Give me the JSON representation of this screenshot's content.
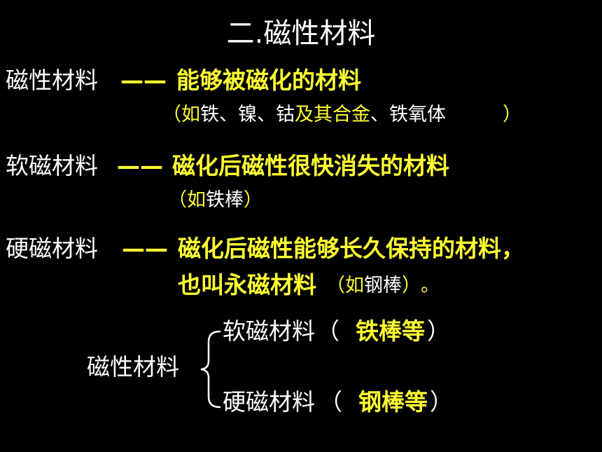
{
  "title": "二.磁性材料",
  "sections": [
    {
      "term": "磁性材料",
      "dash": "——",
      "definition": "能够被磁化的材料",
      "note": {
        "open": "（",
        "ex1": "如",
        "ex2": "铁、镍、钴",
        "ex3": "及其合金",
        "ex4": "、铁氧体",
        "close": "）"
      }
    },
    {
      "term": "软磁材料",
      "dash": "——",
      "definition": "磁化后磁性很快消失的材料",
      "note": {
        "open": "（",
        "ex1": "如",
        "ex2": "铁棒",
        "close": "）"
      }
    },
    {
      "term": "硬磁材料",
      "dash": "——",
      "definition": "磁化后磁性能够长久保持的材料，",
      "definition2": "也叫永磁材料",
      "note": {
        "open": "（",
        "ex1": "如",
        "ex2": "钢棒",
        "close": "）",
        "end": "。"
      }
    }
  ],
  "classification": {
    "root": "磁性材料",
    "branches": [
      {
        "name": "软磁材料",
        "open": "（",
        "example": "铁棒等",
        "close": "）"
      },
      {
        "name": "硬磁材料",
        "open": "（",
        "example": "钢棒等",
        "close": "）"
      }
    ]
  },
  "colors": {
    "background": "#000000",
    "text": "#ffffff",
    "highlight": "#ffff33"
  }
}
